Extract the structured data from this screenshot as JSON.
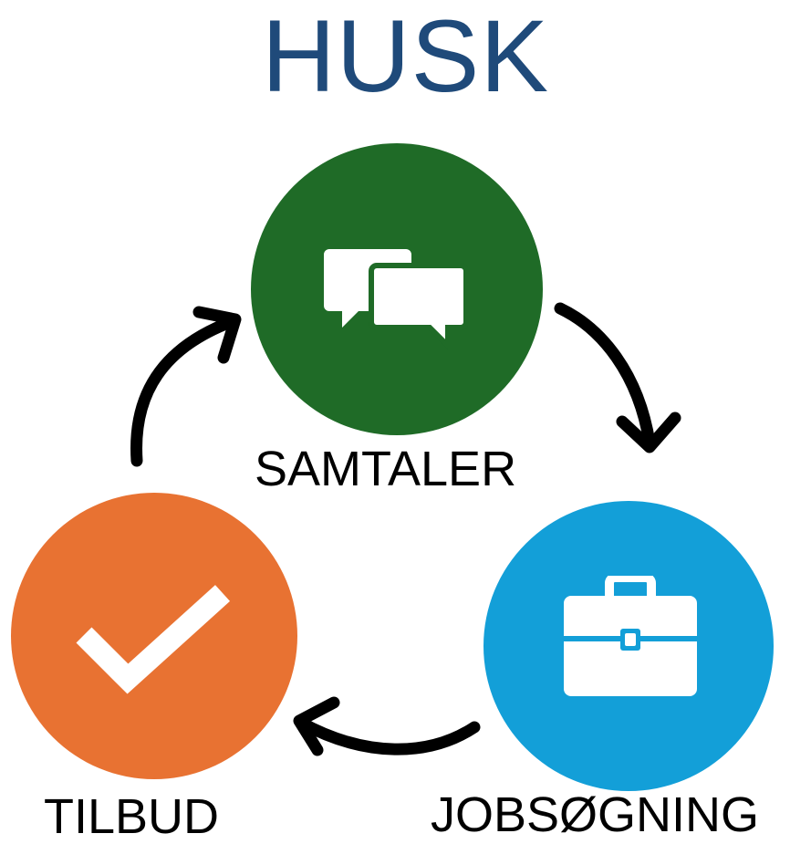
{
  "title": "HUSK",
  "colors": {
    "title": "#1f4a7a",
    "samtaler": "#1f6b27",
    "tilbud": "#e87232",
    "jobsogning": "#139fd8",
    "arrow": "#000000"
  },
  "steps": [
    {
      "label": "SAMTALER",
      "icon": "chat-bubbles-icon"
    },
    {
      "label": "JOBSØGNING",
      "icon": "briefcase-icon"
    },
    {
      "label": "TILBUD",
      "icon": "checkmark-icon"
    }
  ]
}
